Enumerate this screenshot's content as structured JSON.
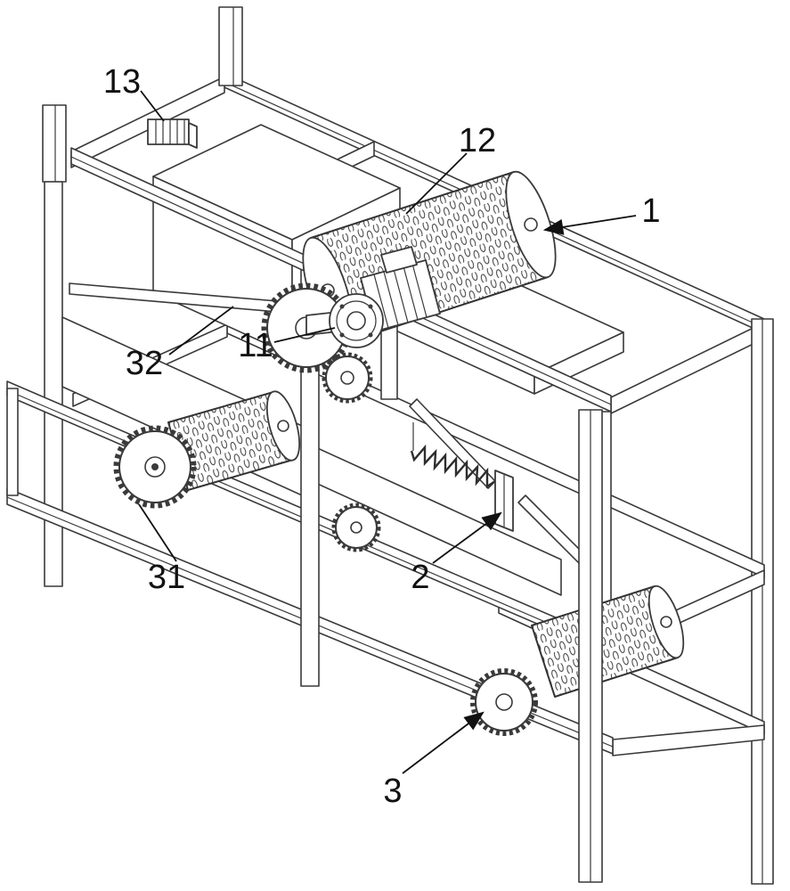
{
  "diagram": {
    "type": "patent-line-drawing",
    "description": "isometric mechanical assembly drawing with numbered part labels",
    "labels": {
      "l1": "1",
      "l2": "2",
      "l3": "3",
      "l11": "11",
      "l12": "12",
      "l13": "13",
      "l31": "31",
      "l32": "32"
    },
    "colors": {
      "line": "#3a3a3a",
      "label_text": "#111111",
      "arrowhead": "#111111",
      "background": "#ffffff"
    }
  }
}
